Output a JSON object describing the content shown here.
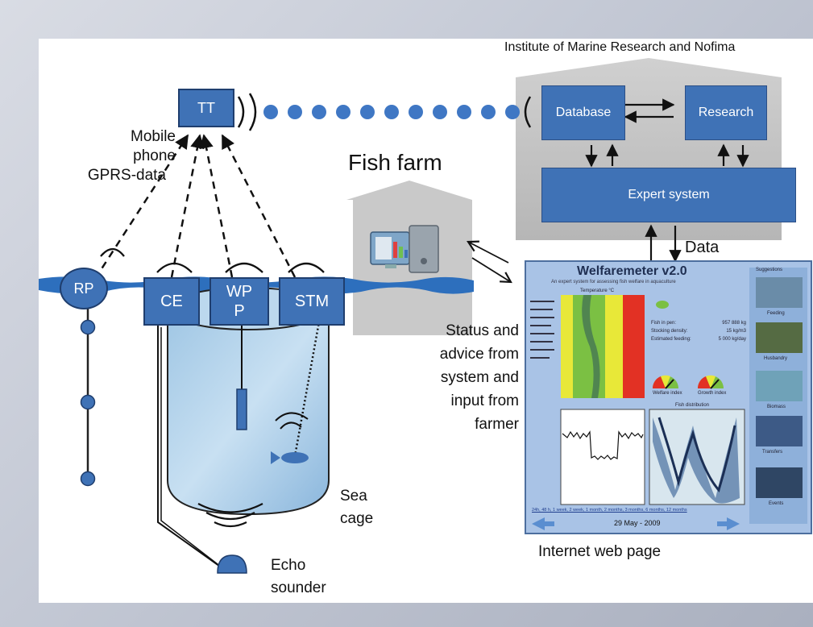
{
  "institute": {
    "title": "Institute of Marine Research and Nofima",
    "database": "Database",
    "research": "Research",
    "expert": "Expert system"
  },
  "tt": "TT",
  "mobile": {
    "line1": "Mobile",
    "line2": "phone",
    "line3": "GPRS-data"
  },
  "fish_farm": "Fish farm",
  "data_label": "Data",
  "sensors": {
    "rp": "RP",
    "ce": "CE",
    "wp": "WP",
    "wp2": "P",
    "stm": "STM"
  },
  "status": {
    "line1": "Status and",
    "line2": "advice from",
    "line3": "system and",
    "line4": "input from",
    "line5": "farmer"
  },
  "sea_cage": {
    "line1": "Sea",
    "line2": "cage"
  },
  "echo": {
    "line1": "Echo",
    "line2": "sounder"
  },
  "internet": "Internet web page",
  "welfarometer": {
    "title": "Welfaremeter v2.0",
    "subtitle": "An expert system for assessing fish welfare in aquaculture",
    "temperature": "Temperature °C",
    "welfare_index": "Welfare index",
    "growth_index": "Growth index",
    "fish_distribution": "Fish distribution",
    "suggestions": "Suggestions",
    "suggestion_items": [
      "Feeding",
      "Husbandry",
      "Biomass",
      "Transfers",
      "Events"
    ],
    "timeline": "24h, 48 h, 1 week, 2 week, 1 month, 2 months, 3 months, 6 months, 12 months",
    "date": "29 May - 2009",
    "info": [
      [
        "Fish in pen:",
        "957 888 kg"
      ],
      [
        "Stocking density:",
        "15 kg/m3"
      ],
      [
        "Estimated feeding:",
        "5 000 kg/day"
      ]
    ]
  },
  "colors": {
    "box_blue": "#3f72b6",
    "box_border": "#1f3e6e",
    "water_blue": "#2d6fbd",
    "house_gray": "#c9c9c9",
    "institute_gray": "#bfbfbf",
    "panel_blue": "#a9c3e6"
  }
}
